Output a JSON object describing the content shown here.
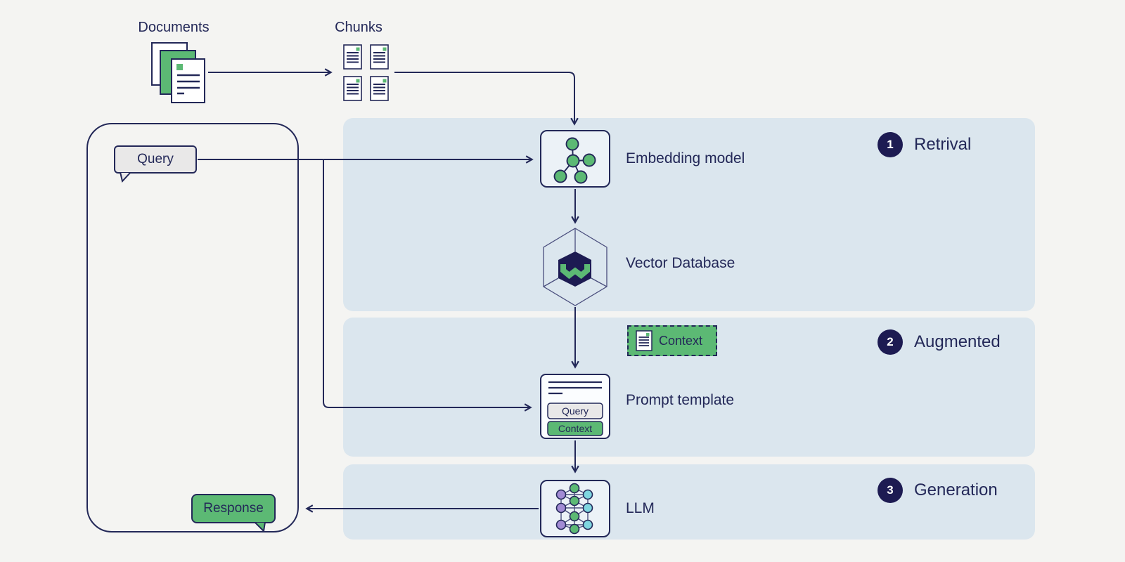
{
  "title_labels": {
    "documents": "Documents",
    "chunks": "Chunks"
  },
  "stages": [
    {
      "number": "1",
      "label": "Retrival"
    },
    {
      "number": "2",
      "label": "Augmented"
    },
    {
      "number": "3",
      "label": "Generation"
    }
  ],
  "components": {
    "embedding": "Embedding model",
    "vector_db": "Vector Database",
    "context_chip": "Context",
    "prompt_template": "Prompt template",
    "prompt_slots": {
      "query": "Query",
      "context": "Context"
    },
    "llm": "LLM"
  },
  "chat": {
    "query": "Query",
    "response": "Response"
  },
  "colors": {
    "navy": "#232858",
    "navy-deep": "#1d1b52",
    "green": "#5cb974",
    "panel": "#dbe6ee",
    "bg": "#f4f4f2",
    "gray-bubble": "#e9e8e8",
    "purple": "#a28bd4",
    "cyan": "#7fd6e0",
    "box-fill": "#ecf2f7",
    "box-fill-light": "#fbfdff",
    "edge-soft": "#4a4e7d",
    "white": "#ffffff"
  }
}
